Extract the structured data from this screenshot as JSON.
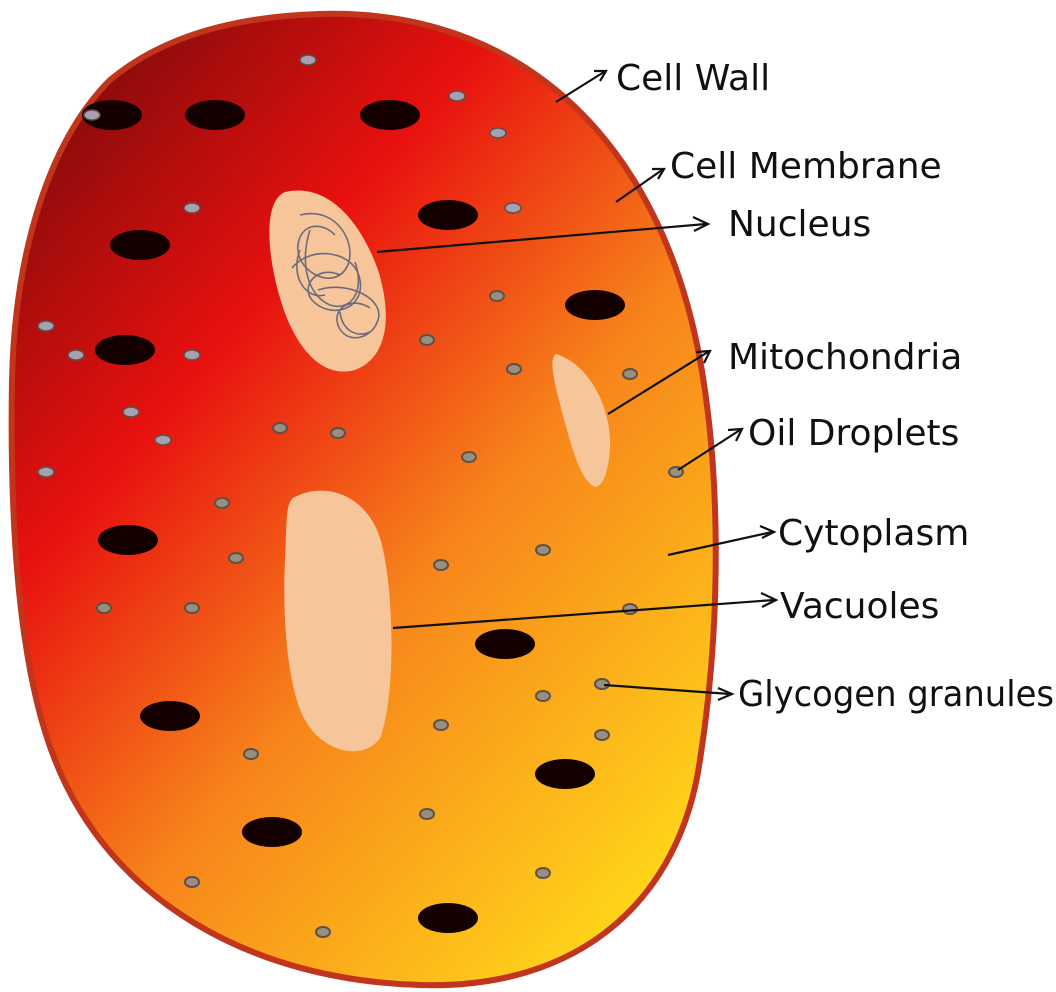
{
  "colors": {
    "background": "#ffffff",
    "cell_outline": "#c0351c",
    "gradient_dark_red": "#7a0a0a",
    "gradient_red": "#e8110f",
    "gradient_orange": "#f7841b",
    "gradient_yellow": "#ffd51a",
    "organelle_fill": "#f7c59a",
    "dark_granule": "#150000",
    "oil_droplet_fill": "#9a8f7e",
    "gray_granule_fill": "#a7a0b0",
    "granule_ring": "#5d5147",
    "nucleus_threads": "#6b6b80",
    "label_text": "#111111"
  },
  "labels": {
    "cell_wall": "Cell Wall",
    "cell_membrane": "Cell Membrane",
    "nucleus": "Nucleus",
    "mitochondria": "Mitochondria",
    "oil_droplets": "Oil Droplets",
    "cytoplasm": "Cytoplasm",
    "vacuoles": "Vacuoles",
    "glycogen_granules": "Glycogen granules"
  }
}
